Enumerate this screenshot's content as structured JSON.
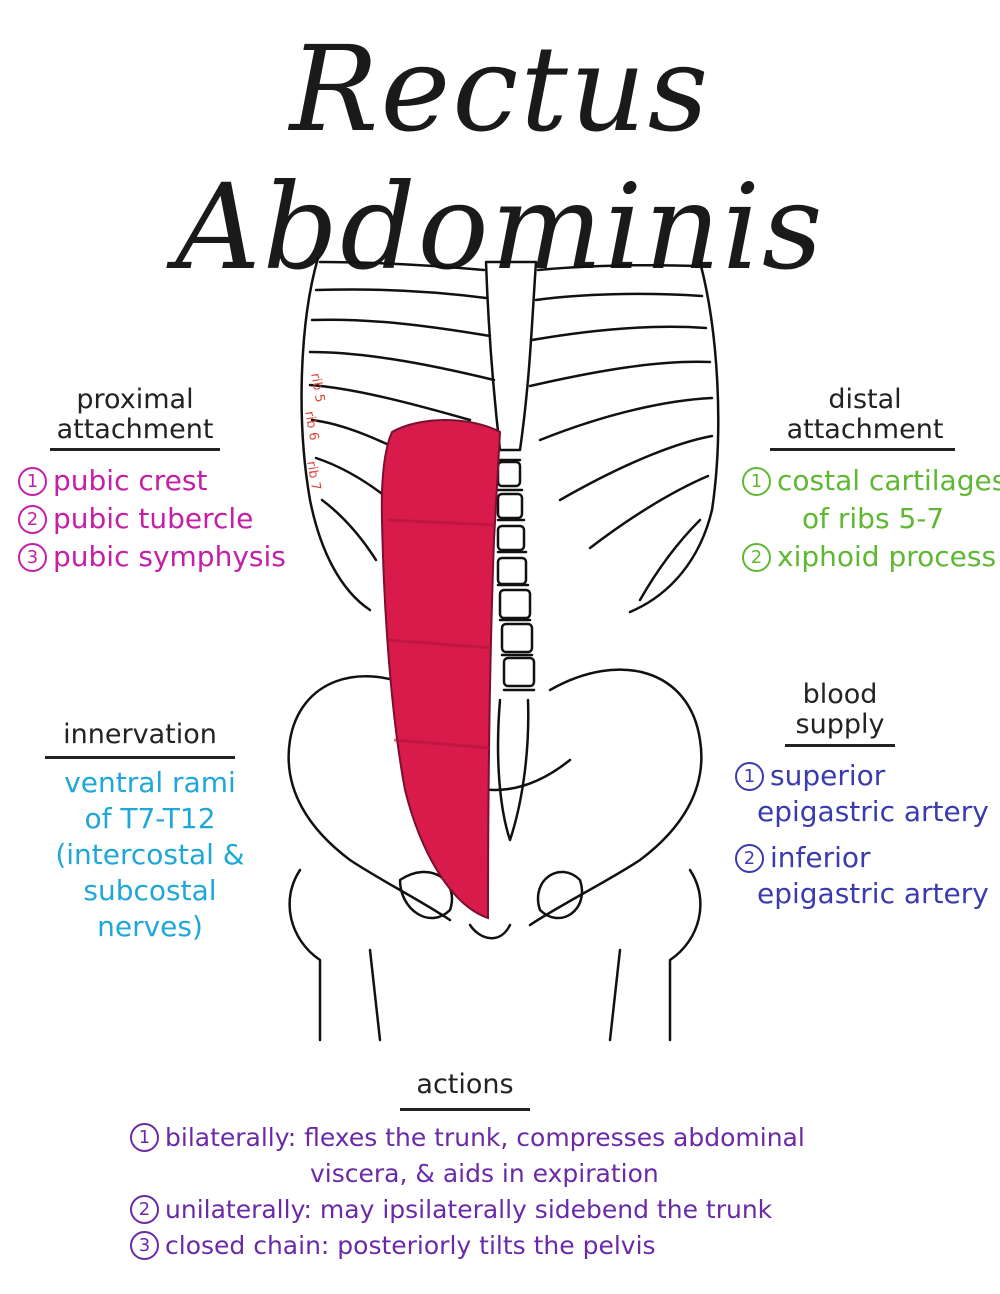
{
  "title": "Rectus Abdominis",
  "proximal": {
    "heading_1": "proximal",
    "heading_2": "attachment",
    "color": "#c41fa6",
    "items": [
      "pubic crest",
      "pubic tubercle",
      "pubic symphysis"
    ]
  },
  "distal": {
    "heading_1": "distal",
    "heading_2": "attachment",
    "color": "#5fb833",
    "items": [
      "costal cartilages",
      "of ribs 5-7",
      "xiphoid process"
    ]
  },
  "innervation": {
    "heading": "innervation",
    "color": "#1ea7d8",
    "lines": [
      "ventral rami",
      "of T7-T12",
      "(intercostal &",
      "subcostal nerves)"
    ]
  },
  "blood": {
    "heading_1": "blood",
    "heading_2": "supply",
    "color": "#3b3bb0",
    "items": [
      "superior",
      "epigastric artery",
      "inferior",
      "epigastric artery"
    ]
  },
  "actions": {
    "heading": "actions",
    "color": "#6a2aa8",
    "items": [
      "bilaterally: flexes the trunk, compresses abdominal",
      "viscera, & aids in expiration",
      "unilaterally: may ipsilaterally sidebend the trunk",
      "closed chain: posteriorly tilts the pelvis"
    ]
  },
  "rib_labels": [
    "rib 5",
    "rib 6",
    "rib 7"
  ],
  "numbers": [
    "1",
    "2",
    "3"
  ],
  "muscle_color": "#d81b4a"
}
